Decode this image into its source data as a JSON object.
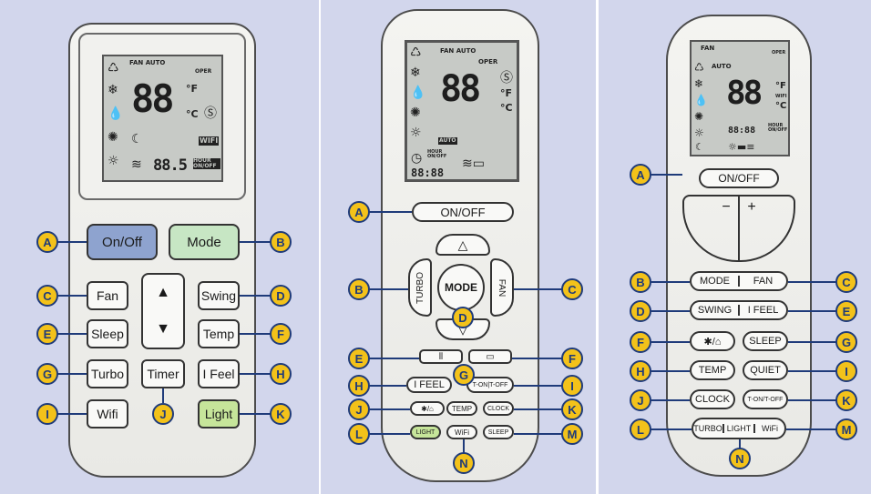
{
  "remote1": {
    "lcd": {
      "fan_auto": "FAN AUTO",
      "oper": "OPER",
      "big_digits": "88",
      "unit_f": "°F",
      "unit_c": "°C",
      "small_digits": "88.5",
      "wifi": "WIFI",
      "hour_onoff": "HOUR ON/OFF"
    },
    "buttons": {
      "on_off": "On/Off",
      "mode": "Mode",
      "fan": "Fan",
      "swing": "Swing",
      "sleep": "Sleep",
      "temp": "Temp",
      "turbo": "Turbo",
      "timer": "Timer",
      "i_feel": "I Feel",
      "wifi": "Wifi",
      "light": "Light",
      "up": "▲",
      "down": "▼"
    },
    "labels": [
      "A",
      "B",
      "C",
      "D",
      "E",
      "F",
      "G",
      "H",
      "I",
      "J",
      "K"
    ]
  },
  "remote2": {
    "lcd": {
      "fan_auto": "FAN AUTO",
      "oper": "OPER",
      "big_digits": "88",
      "unit_f": "°F",
      "unit_c": "°C",
      "clock": "88:88",
      "hour_onoff": "HOUR ON/OFF",
      "auto": "AUTO"
    },
    "buttons": {
      "on_off": "ON/OFF",
      "up": "△",
      "down": "▽",
      "mode": "MODE",
      "turbo": "TURBO",
      "fan": "FAN",
      "i_feel": "I FEEL",
      "t_on_off": "T-ON|T-OFF",
      "temp": "TEMP",
      "clock": "CLOCK",
      "light": "LIGHT",
      "wifi": "WiFi",
      "sleep": "SLEEP"
    },
    "labels": [
      "A",
      "B",
      "C",
      "D",
      "E",
      "F",
      "G",
      "H",
      "I",
      "J",
      "K",
      "L",
      "M",
      "N"
    ]
  },
  "remote3": {
    "lcd": {
      "fan": "FAN",
      "auto": "AUTO",
      "oper": "OPER",
      "big_digits": "88",
      "unit_f": "°F",
      "unit_c": "°C",
      "wifi": "WIFI",
      "clock": "88:88",
      "hour_onoff": "HOUR ON/OFF"
    },
    "buttons": {
      "on_off": "ON/OFF",
      "minus": "−",
      "plus": "+",
      "mode": "MODE",
      "fan": "FAN",
      "swing": "SWING",
      "i_feel": "I FEEL",
      "health": "✱/⌂",
      "sleep": "SLEEP",
      "temp": "TEMP",
      "quiet": "QUIET",
      "clock": "CLOCK",
      "t_on_off": "T-ON/T-OFF",
      "turbo": "TURBO",
      "light": "LIGHT",
      "wifi": "WiFi"
    },
    "labels": [
      "A",
      "B",
      "C",
      "D",
      "E",
      "F",
      "G",
      "H",
      "I",
      "J",
      "K",
      "L",
      "M",
      "N"
    ]
  },
  "colors": {
    "panel_bg": "#d2d6ec",
    "tag_fill": "#f3c21a",
    "tag_stroke": "#1f3b7a",
    "onoff_blue": "#8ea3cf",
    "mode_green": "#c7e6c4",
    "light_green": "#c6e59a"
  }
}
